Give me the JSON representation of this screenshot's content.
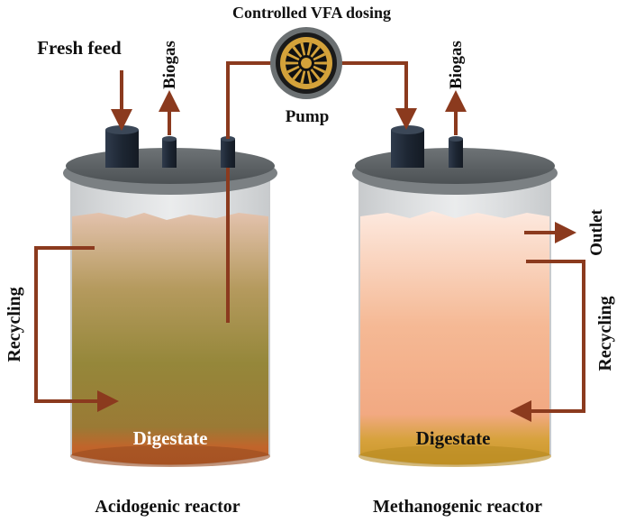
{
  "labels": {
    "fresh_feed": "Fresh feed",
    "controlled_dosing": "Controlled VFA dosing",
    "pump": "Pump",
    "biogas_left": "Biogas",
    "biogas_right": "Biogas",
    "outlet": "Outlet",
    "recycling_left": "Recycling",
    "recycling_right": "Recycling",
    "digestate_left": "Digestate",
    "digestate_right": "Digestate",
    "acidogenic_reactor": "Acidogenic reactor",
    "methanogenic_reactor": "Methanogenic reactor"
  },
  "colors": {
    "arrow": "#8b3a1e",
    "lid": "#6b7072",
    "lid_top": "#5a5f62",
    "port": "#1f2a3a",
    "acid_top": "#d9b8a2",
    "acid_mid": "#9a8a3a",
    "acid_bottom": "#c1652b",
    "meth_top": "#fbe6db",
    "meth_mid": "#f4b08a",
    "meth_bottom": "#d1a13a",
    "pump_ring": "#d4a23a",
    "pump_core": "#1a1a1a"
  },
  "icons": {
    "pump": "pump-gear-icon"
  }
}
